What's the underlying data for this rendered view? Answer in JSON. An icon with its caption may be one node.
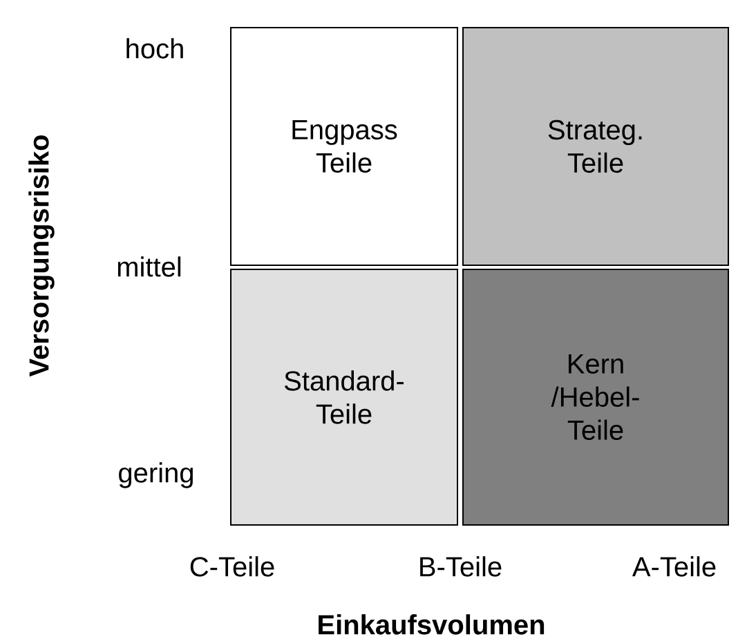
{
  "diagram": {
    "nodes": [
      {
        "text": [
          "Engpass Teile"
        ]
      },
      {
        "text": [
          "Strateg. Teile"
        ]
      },
      {
        "text": [
          "Standard- Teile"
        ]
      },
      {
        "text": [
          "Kern /Hebel- Teile"
        ]
      }
    ],
    "labels": [
      "hoch",
      "mittel",
      "gering",
      "C-Teile",
      "B-Teile",
      "A-Teile",
      "Versorgungsrisiko",
      "Einkaufsvolumen"
    ]
  }
}
